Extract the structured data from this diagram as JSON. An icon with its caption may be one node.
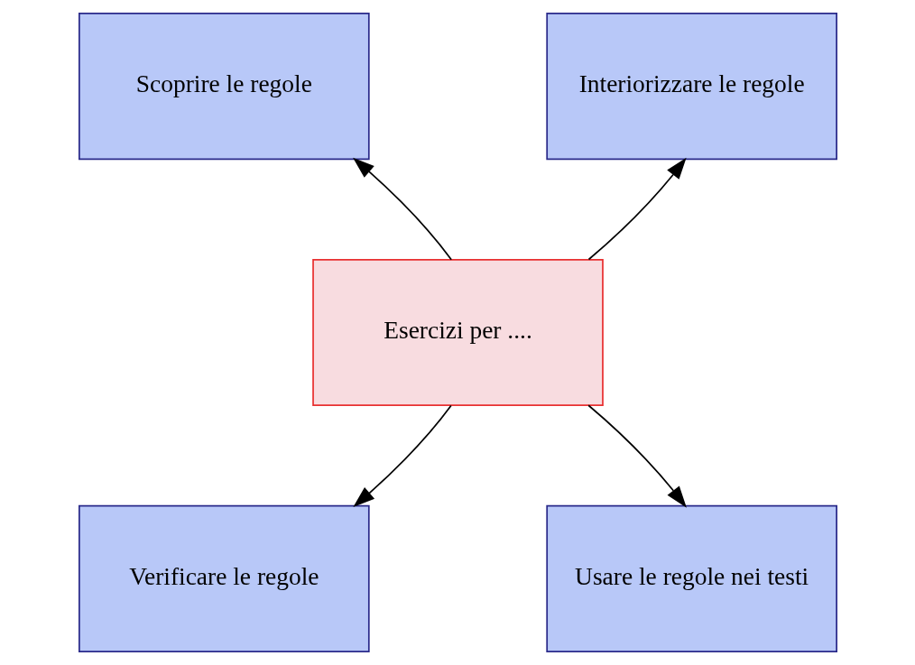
{
  "diagram": {
    "nodes": [
      {
        "text": [
          "Scoprire le regole"
        ]
      },
      {
        "text": [
          "Interiorizzare le regole"
        ]
      },
      {
        "text": [
          "Esercizi per ...."
        ]
      },
      {
        "text": [
          "Verificare le regole"
        ]
      },
      {
        "text": [
          "Usare le regole nei testi"
        ]
      }
    ],
    "edges": [
      {
        "from": 2,
        "to": 0,
        "arrow": "to"
      },
      {
        "from": 2,
        "to": 1,
        "arrow": "to"
      },
      {
        "from": 2,
        "to": 3,
        "arrow": "to"
      },
      {
        "from": 2,
        "to": 4,
        "arrow": "to"
      }
    ]
  }
}
